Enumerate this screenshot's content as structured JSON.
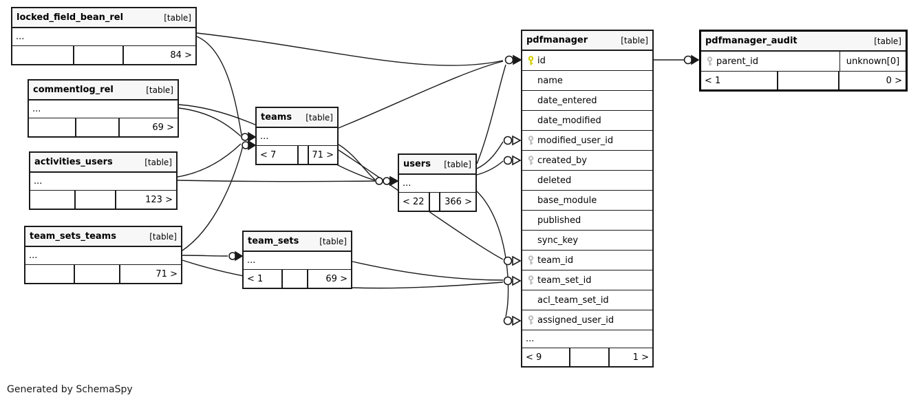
{
  "footer_note": "Generated by SchemaSpy",
  "colors": {
    "pk_key": "#d4cf00",
    "fk_key": "#bdbdbd",
    "header_bg": "#f7f7f7",
    "border": "#1a1a1a",
    "background": "#ffffff"
  },
  "tables": [
    {
      "name": "locked_field_bean_rel",
      "tag": "[table]",
      "rows": [
        {
          "type": "ellipsis",
          "label": "..."
        }
      ],
      "footer": [
        "",
        "",
        "84 >"
      ]
    },
    {
      "name": "commentlog_rel",
      "tag": "[table]",
      "rows": [
        {
          "type": "ellipsis",
          "label": "..."
        }
      ],
      "footer": [
        "",
        "",
        "69 >"
      ]
    },
    {
      "name": "activities_users",
      "tag": "[table]",
      "rows": [
        {
          "type": "ellipsis",
          "label": "..."
        }
      ],
      "footer": [
        "",
        "",
        "123 >"
      ]
    },
    {
      "name": "team_sets_teams",
      "tag": "[table]",
      "rows": [
        {
          "type": "ellipsis",
          "label": "..."
        }
      ],
      "footer": [
        "",
        "",
        "71 >"
      ]
    },
    {
      "name": "teams",
      "tag": "[table]",
      "rows": [
        {
          "type": "ellipsis",
          "label": "..."
        }
      ],
      "footer": [
        "< 7",
        "",
        "71 >"
      ]
    },
    {
      "name": "users",
      "tag": "[table]",
      "rows": [
        {
          "type": "ellipsis",
          "label": "..."
        }
      ],
      "footer": [
        "< 22",
        "",
        "366 >"
      ]
    },
    {
      "name": "team_sets",
      "tag": "[table]",
      "rows": [
        {
          "type": "ellipsis",
          "label": "..."
        }
      ],
      "footer": [
        "< 1",
        "",
        "69 >"
      ]
    },
    {
      "name": "pdfmanager",
      "tag": "[table]",
      "rows": [
        {
          "type": "field",
          "name": "id",
          "key": "pk"
        },
        {
          "type": "field",
          "name": "name",
          "key": null
        },
        {
          "type": "field",
          "name": "date_entered",
          "key": null
        },
        {
          "type": "field",
          "name": "date_modified",
          "key": null
        },
        {
          "type": "field",
          "name": "modified_user_id",
          "key": "fk"
        },
        {
          "type": "field",
          "name": "created_by",
          "key": "fk"
        },
        {
          "type": "field",
          "name": "deleted",
          "key": null
        },
        {
          "type": "field",
          "name": "base_module",
          "key": null
        },
        {
          "type": "field",
          "name": "published",
          "key": null
        },
        {
          "type": "field",
          "name": "sync_key",
          "key": null
        },
        {
          "type": "field",
          "name": "team_id",
          "key": "fk"
        },
        {
          "type": "field",
          "name": "team_set_id",
          "key": "fk"
        },
        {
          "type": "field",
          "name": "acl_team_set_id",
          "key": null
        },
        {
          "type": "field",
          "name": "assigned_user_id",
          "key": "fk"
        },
        {
          "type": "ellipsis",
          "label": "..."
        }
      ],
      "footer": [
        "< 9",
        "",
        "1 >"
      ]
    },
    {
      "name": "pdfmanager_audit",
      "tag": "[table]",
      "emphasized": true,
      "rows": [
        {
          "type": "field",
          "name": "parent_id",
          "key": "fk",
          "extra": "unknown[0]"
        }
      ],
      "footer": [
        "< 1",
        "",
        "0 >"
      ]
    }
  ]
}
